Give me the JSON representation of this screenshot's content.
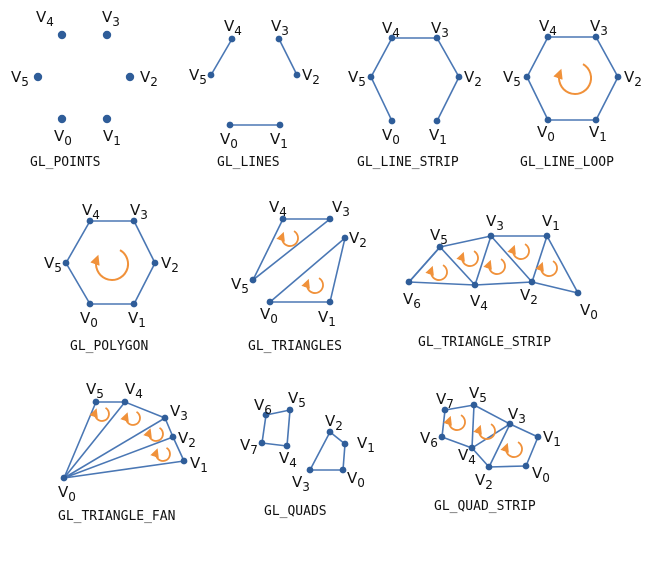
{
  "colors": {
    "line": "#4a77b4",
    "point": "#2f5d99",
    "arrow": "#f0913a",
    "text": "#111111"
  },
  "panels": [
    {
      "caption": "GL_POINTS",
      "edges": [],
      "fan_arrows": [],
      "vertices": [
        {
          "label": "V4"
        },
        {
          "label": "V3"
        },
        {
          "label": "V5"
        },
        {
          "label": "V2"
        },
        {
          "label": "V0"
        },
        {
          "label": "V1"
        }
      ]
    },
    {
      "caption": "GL_LINES",
      "vertices": [
        {
          "label": "V4"
        },
        {
          "label": "V3"
        },
        {
          "label": "V5"
        },
        {
          "label": "V2"
        },
        {
          "label": "V0"
        },
        {
          "label": "V1"
        }
      ]
    },
    {
      "caption": "GL_LINE_STRIP",
      "vertices": [
        {
          "label": "V4"
        },
        {
          "label": "V3"
        },
        {
          "label": "V5"
        },
        {
          "label": "V2"
        },
        {
          "label": "V0"
        },
        {
          "label": "V1"
        }
      ]
    },
    {
      "caption": "GL_LINE_LOOP",
      "vertices": [
        {
          "label": "V4"
        },
        {
          "label": "V3"
        },
        {
          "label": "V5"
        },
        {
          "label": "V2"
        },
        {
          "label": "V0"
        },
        {
          "label": "V1"
        }
      ]
    },
    {
      "caption": "GL_POLYGON",
      "vertices": [
        {
          "label": "V4"
        },
        {
          "label": "V3"
        },
        {
          "label": "V5"
        },
        {
          "label": "V2"
        },
        {
          "label": "V0"
        },
        {
          "label": "V1"
        }
      ]
    },
    {
      "caption": "GL_TRIANGLES",
      "vertices": [
        {
          "label": "V4"
        },
        {
          "label": "V3"
        },
        {
          "label": "V2"
        },
        {
          "label": "V5"
        },
        {
          "label": "V0"
        },
        {
          "label": "V1"
        }
      ]
    },
    {
      "caption": "GL_TRIANGLE_STRIP",
      "vertices": [
        {
          "label": "V5"
        },
        {
          "label": "V3"
        },
        {
          "label": "V1"
        },
        {
          "label": "V6"
        },
        {
          "label": "V4"
        },
        {
          "label": "V2"
        },
        {
          "label": "V0"
        }
      ]
    },
    {
      "caption": "GL_TRIANGLE_FAN",
      "vertices": [
        {
          "label": "V5"
        },
        {
          "label": "V4"
        },
        {
          "label": "V3"
        },
        {
          "label": "V2"
        },
        {
          "label": "V1"
        },
        {
          "label": "V0"
        }
      ]
    },
    {
      "caption": "GL_QUADS",
      "vertices": [
        {
          "label": "V6"
        },
        {
          "label": "V5"
        },
        {
          "label": "V7"
        },
        {
          "label": "V4"
        },
        {
          "label": "V2"
        },
        {
          "label": "V1"
        },
        {
          "label": "V3"
        },
        {
          "label": "V0"
        }
      ]
    },
    {
      "caption": "GL_QUAD_STRIP",
      "vertices": [
        {
          "label": "V7"
        },
        {
          "label": "V5"
        },
        {
          "label": "V6"
        },
        {
          "label": "V3"
        },
        {
          "label": "V4"
        },
        {
          "label": "V1"
        },
        {
          "label": "V2"
        },
        {
          "label": "V0"
        }
      ]
    }
  ]
}
